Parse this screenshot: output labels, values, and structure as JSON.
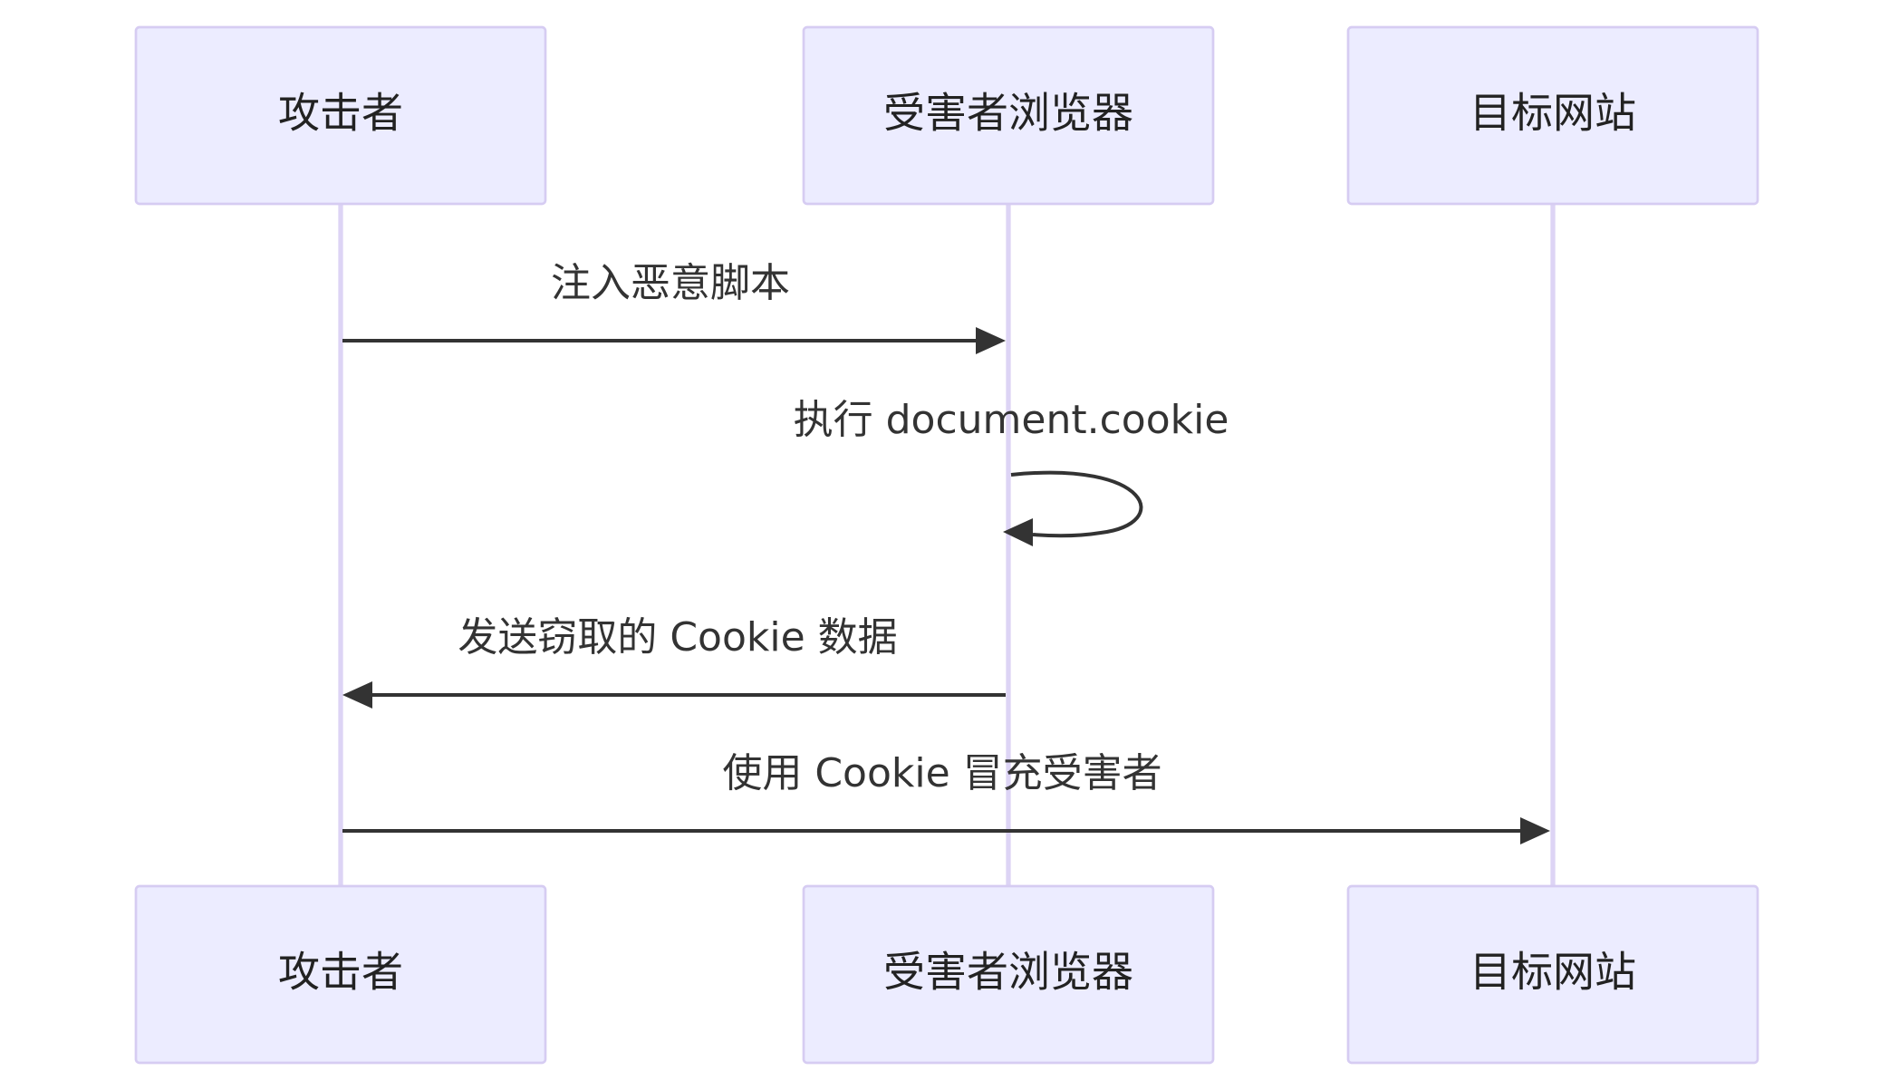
{
  "actors": [
    {
      "id": "attacker",
      "label": "攻击者"
    },
    {
      "id": "browser",
      "label": "受害者浏览器"
    },
    {
      "id": "site",
      "label": "目标网站"
    }
  ],
  "messages": [
    {
      "from": "attacker",
      "to": "browser",
      "label": "注入恶意脚本"
    },
    {
      "from": "browser",
      "to": "browser",
      "label": "执行 document.cookie"
    },
    {
      "from": "browser",
      "to": "attacker",
      "label": "发送窃取的 Cookie 数据"
    },
    {
      "from": "attacker",
      "to": "site",
      "label": "使用 Cookie 冒充受害者"
    }
  ],
  "colors": {
    "actor_fill": "#ececff",
    "actor_stroke": "#d6ccf2",
    "lifeline": "#ddd4f5",
    "message": "#333333"
  }
}
